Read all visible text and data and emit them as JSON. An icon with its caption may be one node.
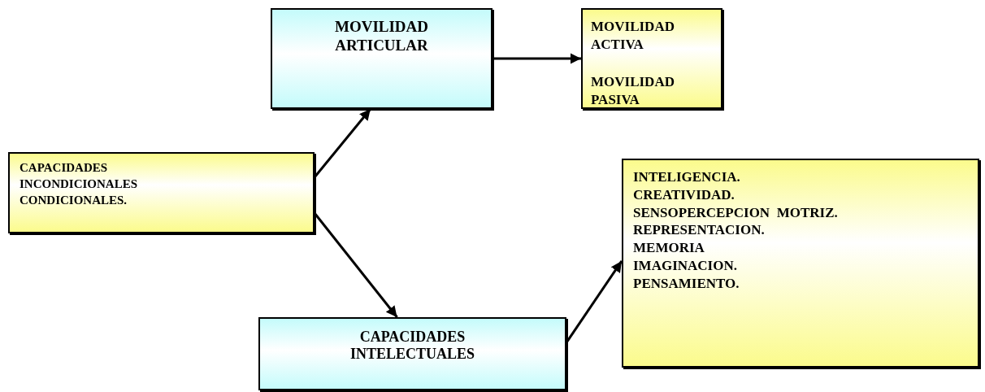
{
  "diagram": {
    "nodes": [
      {
        "text": [
          "CAPACIDADES",
          "INCONDICIONALES",
          "CONDICIONALES."
        ]
      },
      {
        "text": [
          "MOVILIDAD ARTICULAR"
        ]
      },
      {
        "text": [
          "MOVILIDAD ACTIVA",
          "MOVILIDAD PASIVA"
        ]
      },
      {
        "text": [
          "CAPACIDADES INTELECTUALES"
        ]
      },
      {
        "text": [
          "INTELIGENCIA.",
          "CREATIVIDAD.",
          "SENSOPERCEPCION  MOTRIZ.",
          "REPRESENTACION.",
          "MEMORIA",
          "IMAGINACION.",
          "PENSAMIENTO."
        ]
      }
    ],
    "edges": [
      {
        "from": 0,
        "to": 1,
        "arrow": "to"
      },
      {
        "from": 0,
        "to": 3,
        "arrow": "to"
      },
      {
        "from": 1,
        "to": 2,
        "arrow": "to"
      },
      {
        "from": 3,
        "to": 4,
        "arrow": "to"
      }
    ]
  }
}
